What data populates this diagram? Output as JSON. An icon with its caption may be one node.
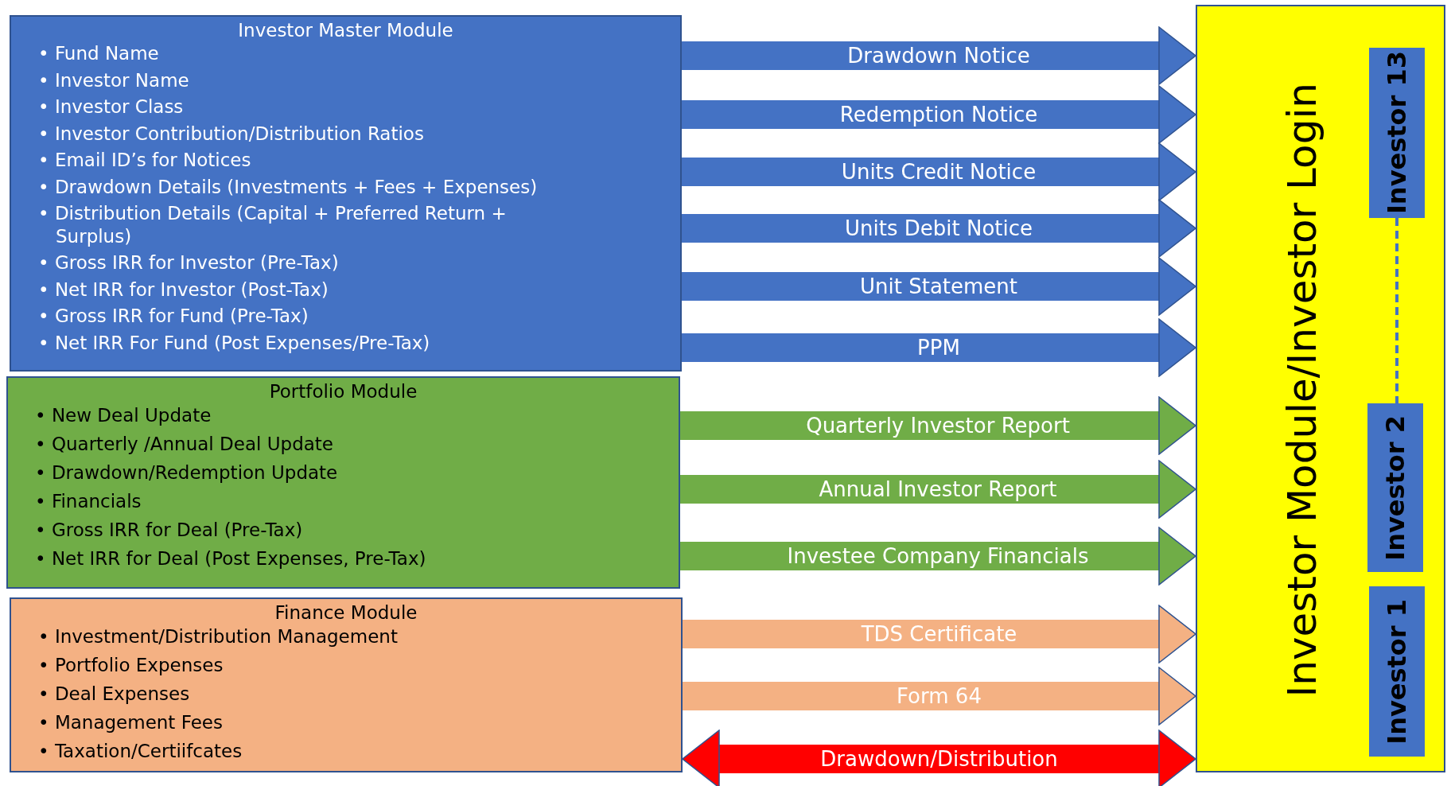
{
  "diagram": {
    "nodes": [
      {
        "text": [
          "Investor Master Module",
          "• Fund Name",
          "• Investor Name",
          "• Investor Class",
          "• Investor Contribution/Distribution Ratios",
          "• Email ID’s for Notices",
          "• Drawdown Details (Investments + Fees + Expenses)",
          "• Distribution Details (Capital + Preferred Return + Surplus)",
          "• Gross IRR for Investor (Pre-Tax)",
          "• Net IRR for Investor (Post-Tax)",
          "• Gross IRR for Fund (Pre-Tax)",
          "• Net IRR For Fund (Post Expenses/Pre-Tax)"
        ]
      },
      {
        "text": [
          "Portfolio Module",
          "• New Deal Update",
          "• Quarterly /Annual Deal Update",
          "• Drawdown/Redemption Update",
          "• Financials",
          "• Gross IRR for Deal (Pre-Tax)",
          "• Net IRR for Deal (Post Expenses, Pre-Tax)"
        ]
      },
      {
        "text": [
          "Finance Module",
          "• Investment/Distribution Management",
          "• Portfolio Expenses",
          "• Deal Expenses",
          "• Management Fees",
          "• Taxation/Certiifcates"
        ]
      },
      {
        "text": [
          "Investor Module/Investor Login"
        ]
      },
      {
        "text": [
          "Investor 13"
        ],
        "in": 3
      },
      {
        "text": [
          "Investor 2"
        ],
        "in": 3
      },
      {
        "text": [
          "Investor 1"
        ],
        "in": 3
      }
    ],
    "edges": [
      {
        "from": 0,
        "to": 3,
        "arrow": "to",
        "label": "Drawdown Notice",
        "color": "#4472c4"
      },
      {
        "from": 0,
        "to": 3,
        "arrow": "to",
        "label": "Redemption Notice",
        "color": "#4472c4"
      },
      {
        "from": 0,
        "to": 3,
        "arrow": "to",
        "label": "Units Credit Notice",
        "color": "#4472c4"
      },
      {
        "from": 0,
        "to": 3,
        "arrow": "to",
        "label": "Units Debit Notice",
        "color": "#4472c4"
      },
      {
        "from": 0,
        "to": 3,
        "arrow": "to",
        "label": "Unit Statement",
        "color": "#4472c4"
      },
      {
        "from": 0,
        "to": 3,
        "arrow": "to",
        "label": "PPM",
        "color": "#4472c4"
      },
      {
        "from": 1,
        "to": 3,
        "arrow": "to",
        "label": "Quarterly Investor Report",
        "color": "#70ad47"
      },
      {
        "from": 1,
        "to": 3,
        "arrow": "to",
        "label": "Annual Investor Report",
        "color": "#70ad47"
      },
      {
        "from": 1,
        "to": 3,
        "arrow": "to",
        "label": "Investee Company Financials",
        "color": "#70ad47"
      },
      {
        "from": 2,
        "to": 3,
        "arrow": "to",
        "label": "TDS Certificate",
        "color": "#f4b183"
      },
      {
        "from": 2,
        "to": 3,
        "arrow": "to",
        "label": "Form 64",
        "color": "#f4b183"
      },
      {
        "from": 2,
        "to": 3,
        "arrow": "both",
        "label": "Drawdown/Distribution",
        "color": "#ff0000"
      },
      {
        "from": 4,
        "to": 5,
        "arrow": "none",
        "style": "dashed",
        "color": "#4472c4"
      }
    ]
  }
}
